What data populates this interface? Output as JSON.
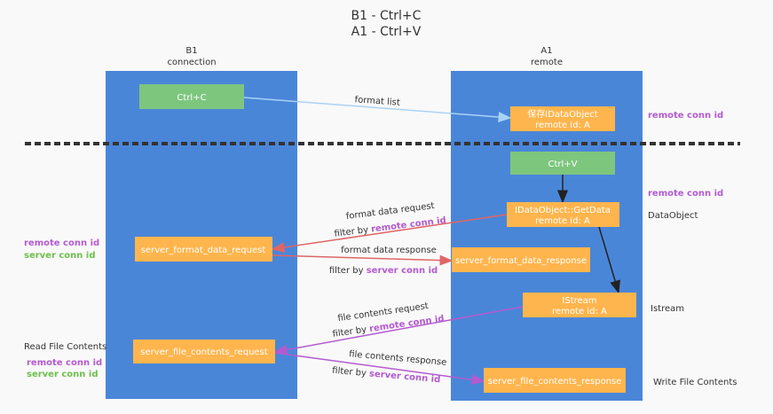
{
  "title": {
    "line1": "B1 - Ctrl+C",
    "line2": "A1 - Ctrl+V"
  },
  "colors": {
    "column": "#4a86d8",
    "green_box": "#7dc67e",
    "orange_box": "#ffb54d",
    "red_edge": "#e06666",
    "purple_edge": "#b45ad0",
    "blue_edge": "#a9d2f5",
    "highlight_purple": "#b45ad0",
    "highlight_green": "#6cc04a"
  },
  "columns": {
    "left": {
      "line1": "B1",
      "line2": "connection"
    },
    "right": {
      "line1": "A1",
      "line2": "remote"
    }
  },
  "nodes": {
    "ctrl_c": "Ctrl+C",
    "saved_obj": {
      "line1": "保存IDataObject",
      "line2": "remote id: A"
    },
    "ctrl_v": "Ctrl+V",
    "getdata": {
      "line1": "IDataObject::GetData",
      "line2": "remote id: A"
    },
    "fmt_req": "server_format_data_request",
    "fmt_resp": "server_format_data_response",
    "istream": {
      "line1": "IStream",
      "line2": "remote id: A"
    },
    "file_req": "server_file_contents_request",
    "file_resp": "server_file_contents_response"
  },
  "edges": {
    "format_list": "format list",
    "fmt_req": {
      "label": "format data request",
      "filter": "filter by ",
      "id": "remote conn id"
    },
    "fmt_resp": {
      "label": "format data response",
      "filter": "filter by ",
      "id": "server conn id"
    },
    "file_req": {
      "label": "file contents request",
      "filter": "filter by ",
      "id": "remote conn id"
    },
    "file_resp": {
      "label": "file contents response",
      "filter": "filter by ",
      "id": "server conn id"
    }
  },
  "annotations": {
    "right_remote_conn_1": "remote conn id",
    "right_remote_conn_2": "remote conn id",
    "dataobject": "DataObject",
    "istream": "Istream",
    "write_file": "Write File Contents",
    "left_remote_conn_1": "remote conn id",
    "left_server_conn_1": "server conn id",
    "read_file": "Read File Contents",
    "left_remote_conn_2": "remote conn id",
    "left_server_conn_2": "server conn id"
  }
}
